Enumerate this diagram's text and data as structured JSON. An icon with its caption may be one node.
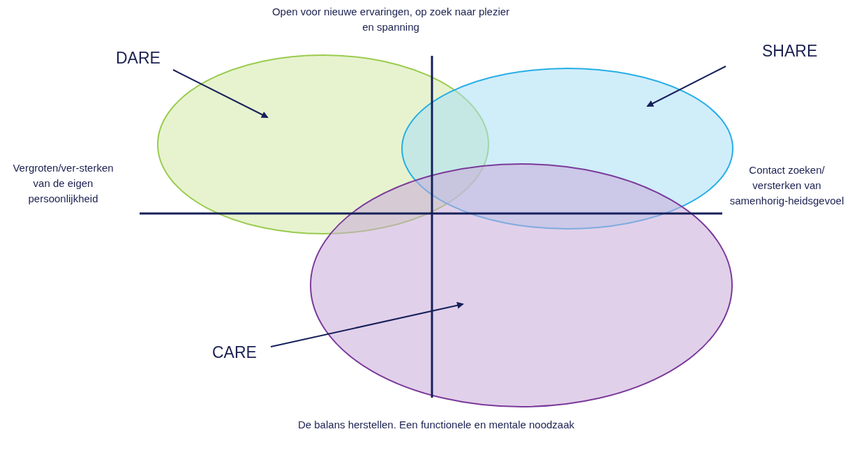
{
  "diagram": {
    "nodes": [
      {
        "text": [
          "DARE"
        ]
      },
      {
        "text": [
          "SHARE"
        ]
      },
      {
        "text": [
          "CARE"
        ]
      },
      {
        "text": [],
        "shape": "ellipse"
      },
      {
        "text": [],
        "shape": "ellipse"
      },
      {
        "text": [],
        "shape": "ellipse"
      }
    ],
    "edges": [
      {
        "from": 0,
        "to": 3,
        "arrow": "to"
      },
      {
        "from": 1,
        "to": 4,
        "arrow": "to"
      },
      {
        "from": 2,
        "to": 5,
        "arrow": "to"
      }
    ],
    "labels": [
      "Open voor nieuwe ervaringen, op zoek naar plezier en spanning",
      "Vergroten/ver-sterken van de eigen persoonlijkheid",
      "Contact zoeken/ versterken van samenhorig-heidsgevoel",
      "De balans herstellen. Een functionele en mentale noodzaak"
    ]
  }
}
